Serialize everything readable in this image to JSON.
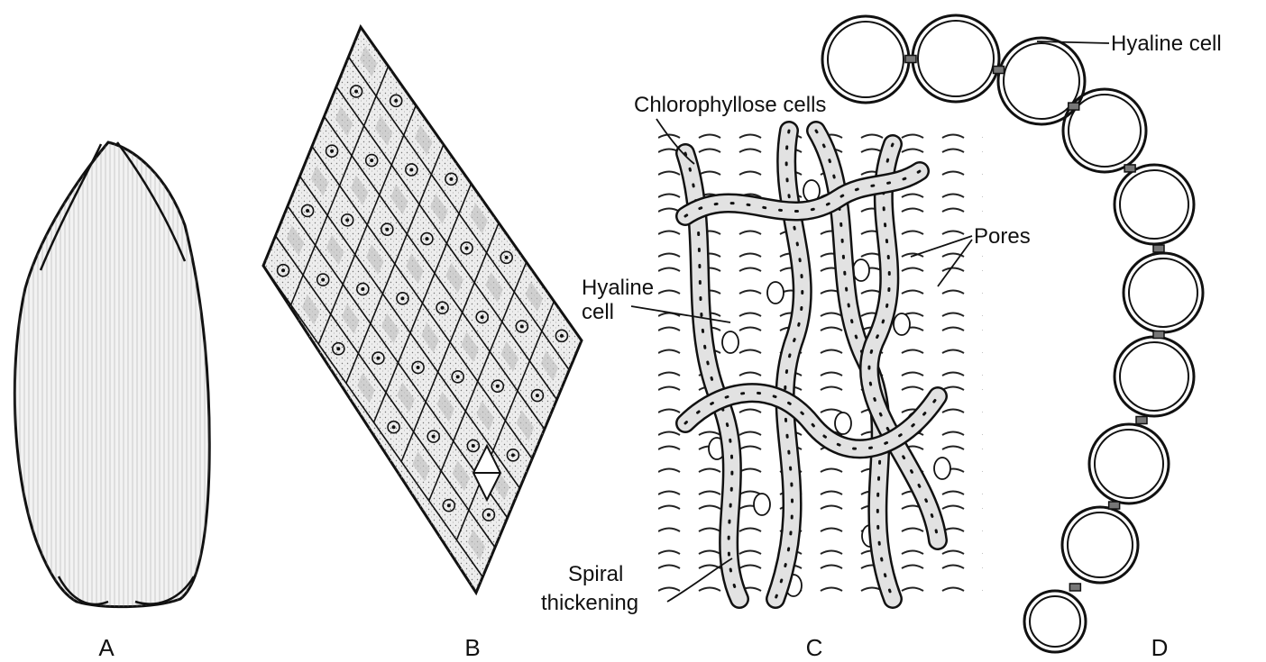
{
  "panels": {
    "a": {
      "label": "A"
    },
    "b": {
      "label": "B"
    },
    "c": {
      "label": "C",
      "callouts": {
        "chlorophyllose": "Chlorophyllose cells",
        "pores": "Pores",
        "hyaline_line1": "Hyaline",
        "hyaline_line2": "cell",
        "spiral_line1": "Spiral",
        "spiral_line2": "thickening"
      }
    },
    "d": {
      "label": "D",
      "callouts": {
        "hyaline": "Hyaline cell"
      }
    }
  },
  "colors": {
    "ink": "#111111",
    "background": "#ffffff",
    "shading": "#d9d9d9"
  }
}
